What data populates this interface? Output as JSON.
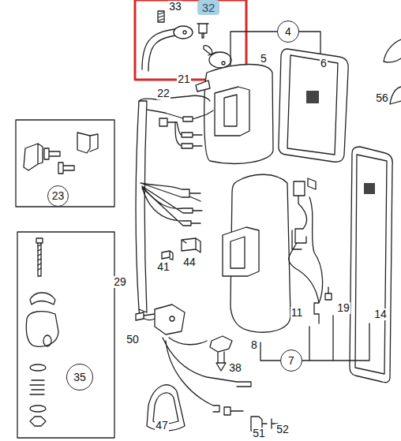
{
  "diagram": {
    "nodes": [
      {
        "text": [
          "32"
        ]
      },
      {
        "text": [
          "4"
        ]
      },
      {
        "text": [
          "23"
        ]
      },
      {
        "text": [
          "35"
        ]
      },
      {
        "text": [
          "7"
        ]
      }
    ],
    "labels": [
      "33",
      "21",
      "22",
      "5",
      "6",
      "56",
      "29",
      "41",
      "44",
      "50",
      "8",
      "11",
      "19",
      "14",
      "38",
      "47",
      "51",
      "52"
    ]
  }
}
